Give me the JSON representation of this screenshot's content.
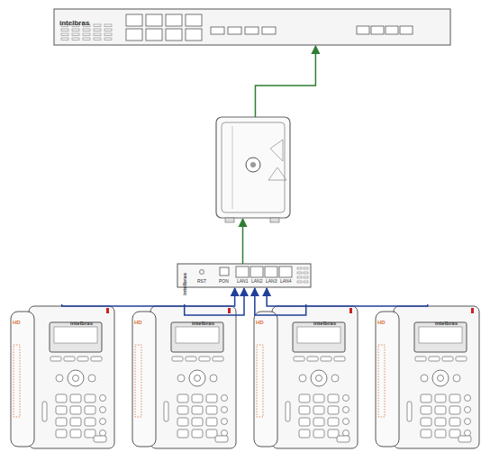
{
  "diagram": {
    "nodes": [
      {
        "text": [
          "intelbras"
        ]
      },
      {
        "text": []
      },
      {
        "text": [
          "intelbras"
        ]
      },
      {
        "text": [
          "intelbras"
        ]
      },
      {
        "text": [
          "intelbras"
        ]
      },
      {
        "text": [
          "intelbras"
        ]
      },
      {
        "text": [
          "intelbras"
        ]
      }
    ],
    "edges": [
      {
        "from": 2,
        "to": 1,
        "arrow": "to"
      },
      {
        "from": 1,
        "to": 0,
        "arrow": "to"
      },
      {
        "from": 3,
        "to": 2,
        "arrow": "to"
      },
      {
        "from": 4,
        "to": 2,
        "arrow": "to"
      },
      {
        "from": 5,
        "to": 2,
        "arrow": "to"
      },
      {
        "from": 6,
        "to": 2,
        "arrow": "to"
      }
    ],
    "labels": [
      "RST",
      "PON",
      "LAN1",
      "LAN2",
      "LAN3",
      "LAN4",
      "HD",
      "HD",
      "HD",
      "HD"
    ]
  }
}
